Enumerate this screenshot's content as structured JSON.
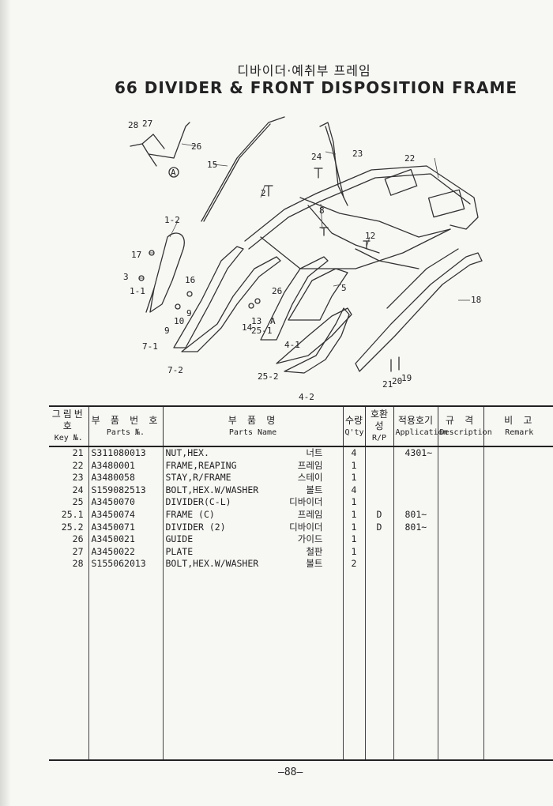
{
  "title_korean": "디바이더·예취부 프레임",
  "section_number": "66",
  "title_english": "DIVIDER & FRONT DISPOSITION FRAME",
  "diagram": {
    "callouts": [
      "28",
      "27",
      "26",
      "A",
      "15",
      "24",
      "23",
      "22",
      "2",
      "8",
      "12",
      "1-2",
      "17",
      "16",
      "3",
      "1-1",
      "9",
      "10",
      "9",
      "5",
      "26",
      "13",
      "14",
      "25-1",
      "A",
      "4-1",
      "18",
      "7-1",
      "7-2",
      "25-2",
      "21",
      "20",
      "19",
      "4-2"
    ]
  },
  "table": {
    "headers": {
      "key_ko": "그림번호",
      "key_en": "Key №.",
      "parts_ko": "부 품 번 호",
      "parts_en": "Parts №.",
      "name_ko": "부  품  명",
      "name_en": "Parts   Name",
      "qty_ko": "수량",
      "qty_en": "Q'ty",
      "rp_ko": "호환성",
      "rp_en": "R/P",
      "app_ko": "적용호기",
      "app_en": "Application",
      "desc_ko": "규  격",
      "desc_en": "Description",
      "remark_ko": "비   고",
      "remark_en": "Remark"
    },
    "rows": [
      {
        "key": "21",
        "part": "S311080013",
        "name": "NUT,HEX.",
        "name_ko": "너트",
        "qty": "4",
        "rp": "",
        "app": "4301~"
      },
      {
        "key": "22",
        "part": "A3480001",
        "name": "FRAME,REAPING",
        "name_ko": "프레임",
        "qty": "1",
        "rp": "",
        "app": ""
      },
      {
        "key": "23",
        "part": "A3480058",
        "name": "STAY,R/FRAME",
        "name_ko": "스테이",
        "qty": "1",
        "rp": "",
        "app": ""
      },
      {
        "key": "24",
        "part": "S159082513",
        "name": "BOLT,HEX.W/WASHER",
        "name_ko": "볼트",
        "qty": "4",
        "rp": "",
        "app": ""
      },
      {
        "key": "25",
        "part": "A3450070",
        "name": "DIVIDER(C-L)",
        "name_ko": "디바이더",
        "qty": "1",
        "rp": "",
        "app": ""
      },
      {
        "key": "25.1",
        "part": "A3450074",
        "name": "FRAME (C)",
        "name_ko": "프레임",
        "qty": "1",
        "rp": "D",
        "app": "801~"
      },
      {
        "key": "25.2",
        "part": "A3450071",
        "name": "DIVIDER (2)",
        "name_ko": "디바이더",
        "qty": "1",
        "rp": "D",
        "app": "801~"
      },
      {
        "key": "26",
        "part": "A3450021",
        "name": "GUIDE",
        "name_ko": "가이드",
        "qty": "1",
        "rp": "",
        "app": ""
      },
      {
        "key": "27",
        "part": "A3450022",
        "name": "PLATE",
        "name_ko": "철판",
        "qty": "1",
        "rp": "",
        "app": ""
      },
      {
        "key": "28",
        "part": "S155062013",
        "name": "BOLT,HEX.W/WASHER",
        "name_ko": "볼트",
        "qty": "2",
        "rp": "",
        "app": ""
      }
    ]
  },
  "page_number": "—88—"
}
